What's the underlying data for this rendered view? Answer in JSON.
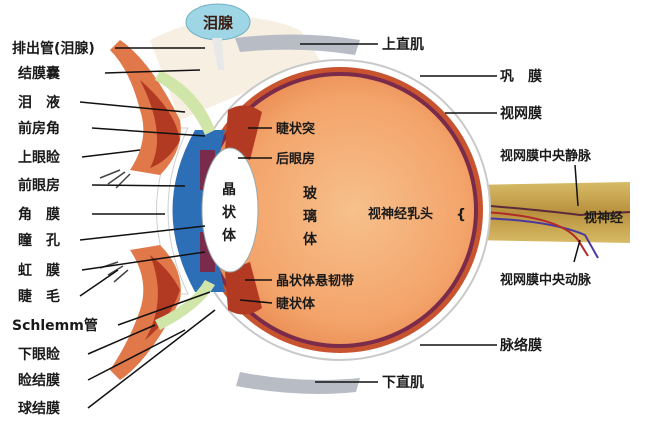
{
  "labels": {
    "lacrimal_gland": "泪腺",
    "lacrimal_duct": "排出管(泪腺)",
    "conjunctival_sac": "结膜囊",
    "tears": "泪　液",
    "anterior_chamber_angle": "前房角",
    "upper_eyelid": "上眼睑",
    "anterior_chamber": "前眼房",
    "cornea": "角　膜",
    "pupil": "瞳　孔",
    "iris": "虹　膜",
    "eyelash": "睫　毛",
    "schlemm_canal": "Schlemm管",
    "lower_eyelid": "下眼睑",
    "palpebral_conjunctiva": "睑结膜",
    "bulbar_conjunctiva": "球结膜",
    "superior_rectus": "上直肌",
    "sclera": "巩　膜",
    "retina": "视网膜",
    "central_retinal_vein": "视网膜中央静脉",
    "optic_disc": "视神经乳头",
    "optic_disc_brace": "{",
    "optic_nerve": "视神经",
    "central_retinal_artery": "视网膜中央动脉",
    "choroid": "脉络膜",
    "inferior_rectus": "下直肌",
    "ciliary_process": "睫状突",
    "posterior_chamber": "后眼房",
    "lens": [
      "晶",
      "状",
      "体"
    ],
    "vitreous_body": [
      "玻",
      "璃",
      "体"
    ],
    "zonule": "晶状体悬韧带",
    "ciliary_body": "睫状体"
  },
  "colors": {
    "vitreous": "#f3a46a",
    "sclera": "#ffffff",
    "choroid": "#c8532f",
    "retina": "#7a2a4a",
    "cornea_blue": "#2c6fb6",
    "lens": "#ffffff",
    "eyelid": "#e0784a",
    "eyelid_dark": "#b23a22",
    "conjunctiva_green": "#cfe6a8",
    "optic_nerve": "#c8a550",
    "lacrimal_gland": "#9fd6e6",
    "muscle": "#b8bcc4"
  }
}
